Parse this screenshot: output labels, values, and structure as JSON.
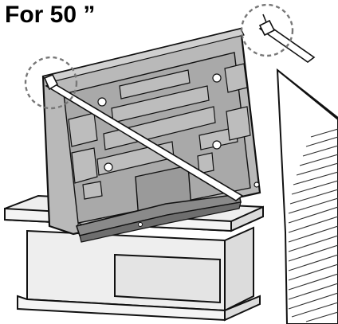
{
  "caption": "For 50 ”",
  "colors": {
    "background": "#ffffff",
    "line": "#111111",
    "tv_back": "#b9b9b9",
    "tv_panel": "#a9a9a9",
    "tv_edge": "#d0d0d0",
    "rack": "#eeeeee",
    "rack_side": "#dcdcdc",
    "wall_hatch": "#333333",
    "highlight_circle": "#777777"
  },
  "icons": [
    "tv-back-panel",
    "tv-stand-base",
    "tv-rack",
    "wall",
    "anti-tip-strap",
    "detail-circle"
  ]
}
